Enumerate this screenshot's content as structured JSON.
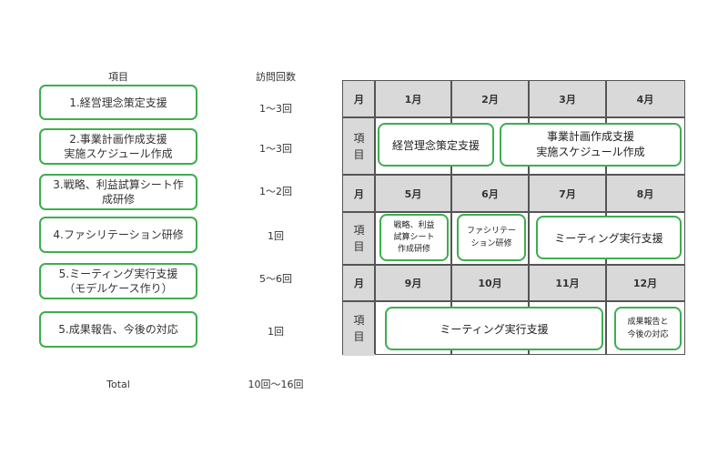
{
  "left": {
    "header_item": "項目",
    "header_visits": "訪問回数",
    "rows": [
      {
        "label": "1.経営理念策定支援",
        "visits": "1～3回"
      },
      {
        "label": "2.事業計画作成支援\n実施スケジュール作成",
        "visits": "1～3回"
      },
      {
        "label": "3.戦略、利益試算シート作\n成研修",
        "visits": "1～2回"
      },
      {
        "label": "4.ファシリテーション研修",
        "visits": "1回"
      },
      {
        "label": "5.ミーティング実行支援\n（モデルケース作り）",
        "visits": "5～6回"
      },
      {
        "label": "5.成果報告、今後の対応",
        "visits": "1回"
      }
    ],
    "total_label": "Total",
    "total_value": "10回～16回"
  },
  "schedule": {
    "month_label": "月",
    "item_label": "項\n目",
    "months": [
      "1月",
      "2月",
      "3月",
      "4月",
      "5月",
      "6月",
      "7月",
      "8月",
      "9月",
      "10月",
      "11月",
      "12月"
    ],
    "tasks": [
      "経営理念策定支援",
      "事業計画作成支援\n実施スケジュール作成",
      "戦略、利益\n試算シート\n作成研修",
      "ファシリテー\nション研修",
      "ミーティング実行支援",
      "ミーティング実行支援",
      "成果報告と\n今後の対応"
    ]
  },
  "colors": {
    "accent": "#3dae50",
    "header_bg": "#d9d9d9"
  }
}
